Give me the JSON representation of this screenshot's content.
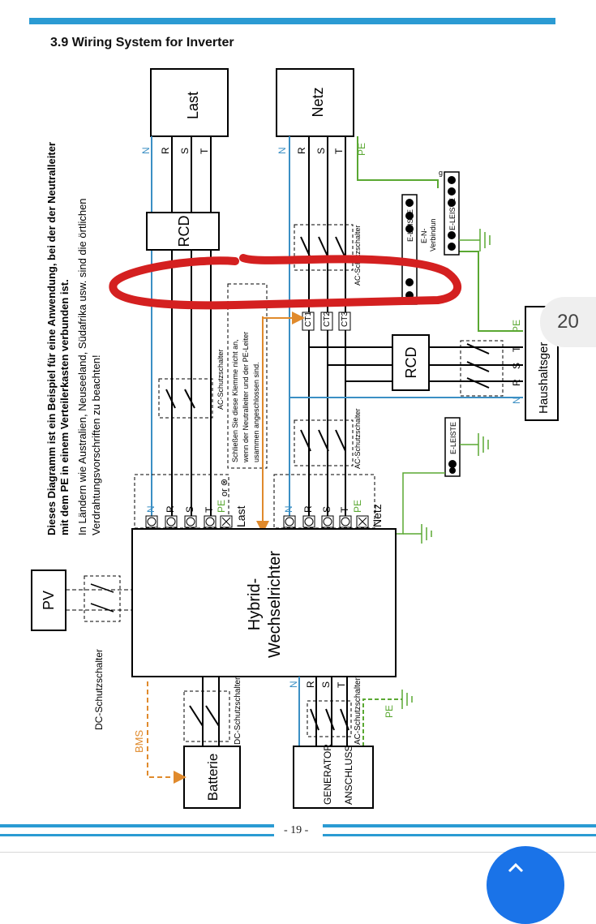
{
  "page": {
    "heading": "3.9 Wiring System for Inverter",
    "page_number": "- 19 -",
    "side_badge": "20"
  },
  "notes": {
    "bold_line1": "Dieses Diagramm ist ein Beispiel für eine Anwendung, bei der der Neutralleiter",
    "bold_line2": "mit dem PE in einem Verteilerkasten verbunden ist.",
    "normal_line1": "In Ländern wie Australien, Neuseeland, Südafrika usw. sind die örtlichen",
    "normal_line2": "Verdrahtungsvorschriften zu beachten!"
  },
  "diagram": {
    "inverter_line1": "Hybrid-",
    "inverter_line2": "Wechselrichter",
    "load": "Last",
    "grid": "Netz",
    "rcd": "RCD",
    "pv": "PV",
    "battery": "Batterie",
    "generator_line1": "GENERATOR",
    "generator_line2": "ANSCHLUSS",
    "household": "Haushaltsger",
    "dc_breaker": "DC-Schutzschalter",
    "ac_breaker": "AC-Schutzschalter",
    "bms": "BMS",
    "terminal_n": "N",
    "terminal_r": "R",
    "terminal_s": "S",
    "terminal_t": "T",
    "terminal_pe": "PE",
    "or_symbol": "or ⊗",
    "ct1": "CT1",
    "ct2": "CT2",
    "ct3": "CT3",
    "e_leiste": "E-LEISTE",
    "e_n_line1": "E-N-",
    "e_n_line2": "Verbindun",
    "note_line1": "Schließen Sie diese Klemme nicht an,",
    "note_line2": "wenn der Neutralleiter und der PE-Leiter",
    "note_line3": "usammen angeschlossen sind.",
    "g_label": "g"
  },
  "colors": {
    "accent_blue": "#2b9bd3",
    "neutral_blue": "#3b8fc4",
    "pe_green": "#5aa832",
    "bms_orange": "#e08a2c",
    "marker_red": "#d42020"
  }
}
